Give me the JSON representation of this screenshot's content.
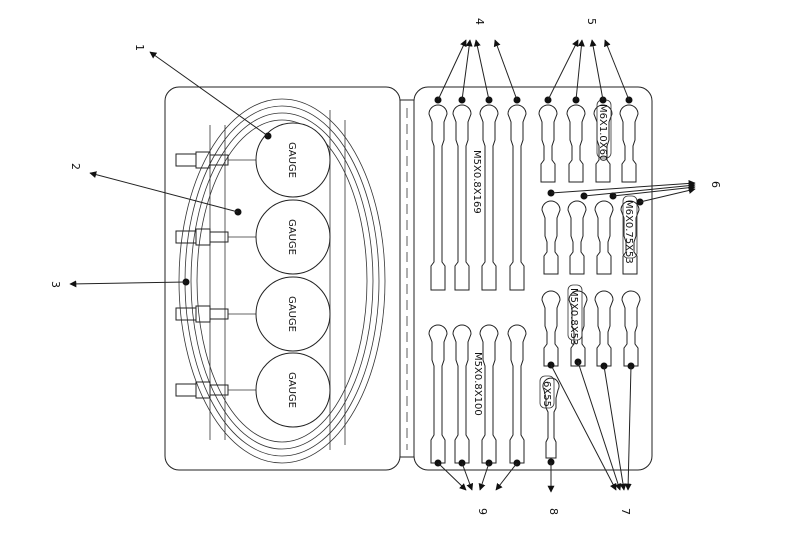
{
  "callouts": [
    "1",
    "2",
    "3",
    "4",
    "5",
    "6",
    "7",
    "8",
    "9"
  ],
  "gauges": [
    "GAUGE",
    "GAUGE",
    "GAUGE",
    "GAUGE"
  ],
  "part_labels": {
    "m5x08x169": "M5X0.8X169",
    "m6x10x60": "M6X1.0X60",
    "m6x075x53": "M6X0.75X53",
    "m5x08x53": "M5X0.8X53",
    "m5x08x100": "M5X0.8X100",
    "p6x55": "6X55"
  }
}
